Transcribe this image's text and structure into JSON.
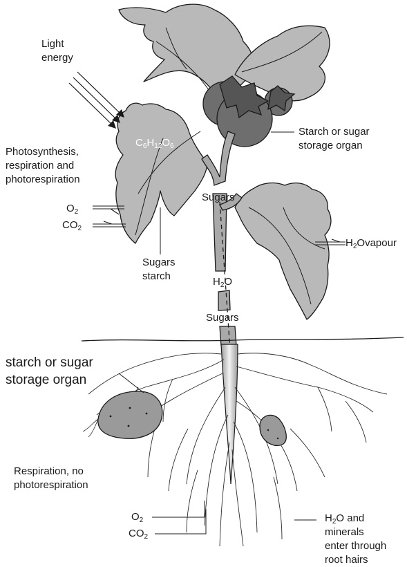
{
  "labels": {
    "light": [
      "Light",
      "energy"
    ],
    "photosynthesis": [
      "Photosynthesis,",
      "respiration and",
      "photorespiration"
    ],
    "leaf_formula": {
      "c": "C",
      "c_n": "6",
      "h": "H",
      "h_n": "12",
      "o": "O",
      "o_n": "6"
    },
    "o2": {
      "base": "O",
      "sub": "2"
    },
    "co2": {
      "base": "CO",
      "sub": "2"
    },
    "sugars_starch": [
      "Sugars",
      "starch"
    ],
    "fruit_storage": [
      "Starch or sugar",
      "storage organ"
    ],
    "stem_sugars_top": "Sugars",
    "h2o_stem": {
      "h": "H",
      "sub": "2",
      "o": "O"
    },
    "stem_sugars_bottom": "Sugars",
    "h2o_vapour": {
      "h": "H",
      "sub": "2",
      "o": "O",
      "suffix": "vapour"
    },
    "tuber_storage": [
      "starch or sugar",
      "storage organ"
    ],
    "root_respiration": [
      "Respiration, no",
      "photorespiration"
    ],
    "root_o2": {
      "base": "O",
      "sub": "2"
    },
    "root_co2": {
      "base": "CO",
      "sub": "2"
    },
    "root_water": {
      "h": "H",
      "sub": "2",
      "o": "O",
      "suffix": " and",
      "lines": [
        "minerals",
        "enter through",
        "root hairs"
      ]
    }
  },
  "colors": {
    "leaf_fill": "#b9b9b9",
    "fruit_fill": "#6e6e6e",
    "stem_fill": "#a9a9a9",
    "tuber_fill": "#9a9a9a",
    "outline": "#1a1a1a"
  }
}
